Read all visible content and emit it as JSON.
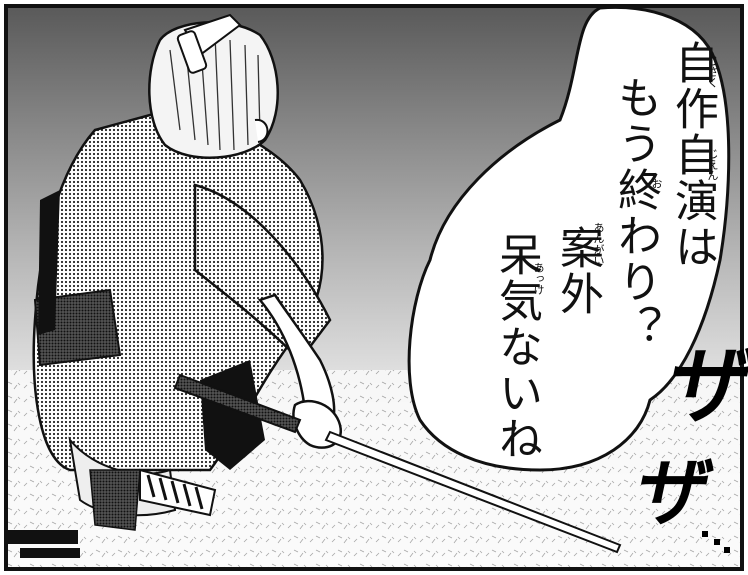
{
  "speech_bubble": {
    "column_1": "自作自演は",
    "column_2": "もう終わり？",
    "column_3": "案外",
    "column_4": "呆気ないね",
    "ruby_1": "じさく",
    "ruby_2": "じえん",
    "ruby_3": "お",
    "ruby_4": "あんがい",
    "ruby_5": "あっけ"
  },
  "sound_effect": {
    "top": "ザ",
    "bottom": "ザ"
  }
}
